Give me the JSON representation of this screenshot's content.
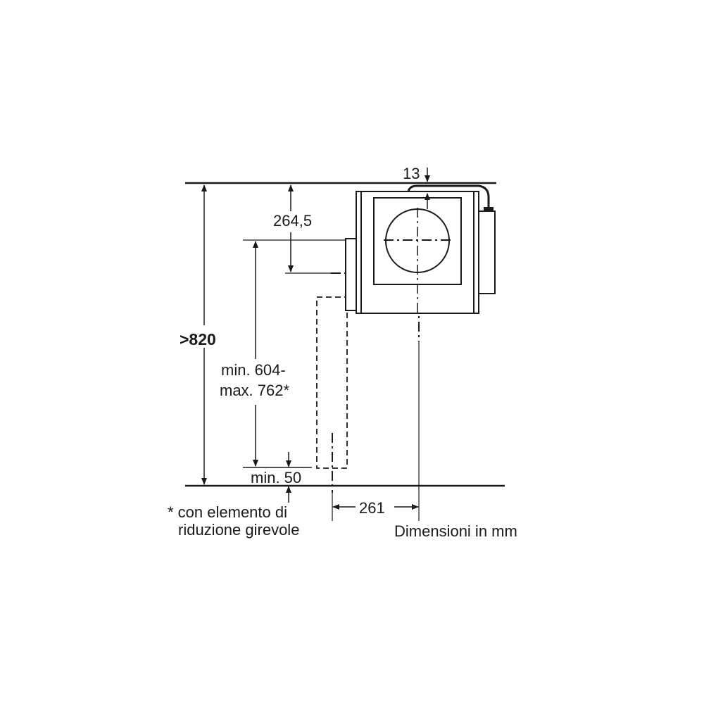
{
  "dimensions": {
    "total_height": ">820",
    "top_to_outlet_center": "264,5",
    "range_line1": "min. 604-",
    "range_line2": "max. 762*",
    "min_clearance": "min. 50",
    "horizontal_offset": "261",
    "top_gap": "13"
  },
  "notes": {
    "footnote_line1": "* con elemento di",
    "footnote_line2": "riduzione girevole",
    "units": "Dimensioni in mm"
  }
}
